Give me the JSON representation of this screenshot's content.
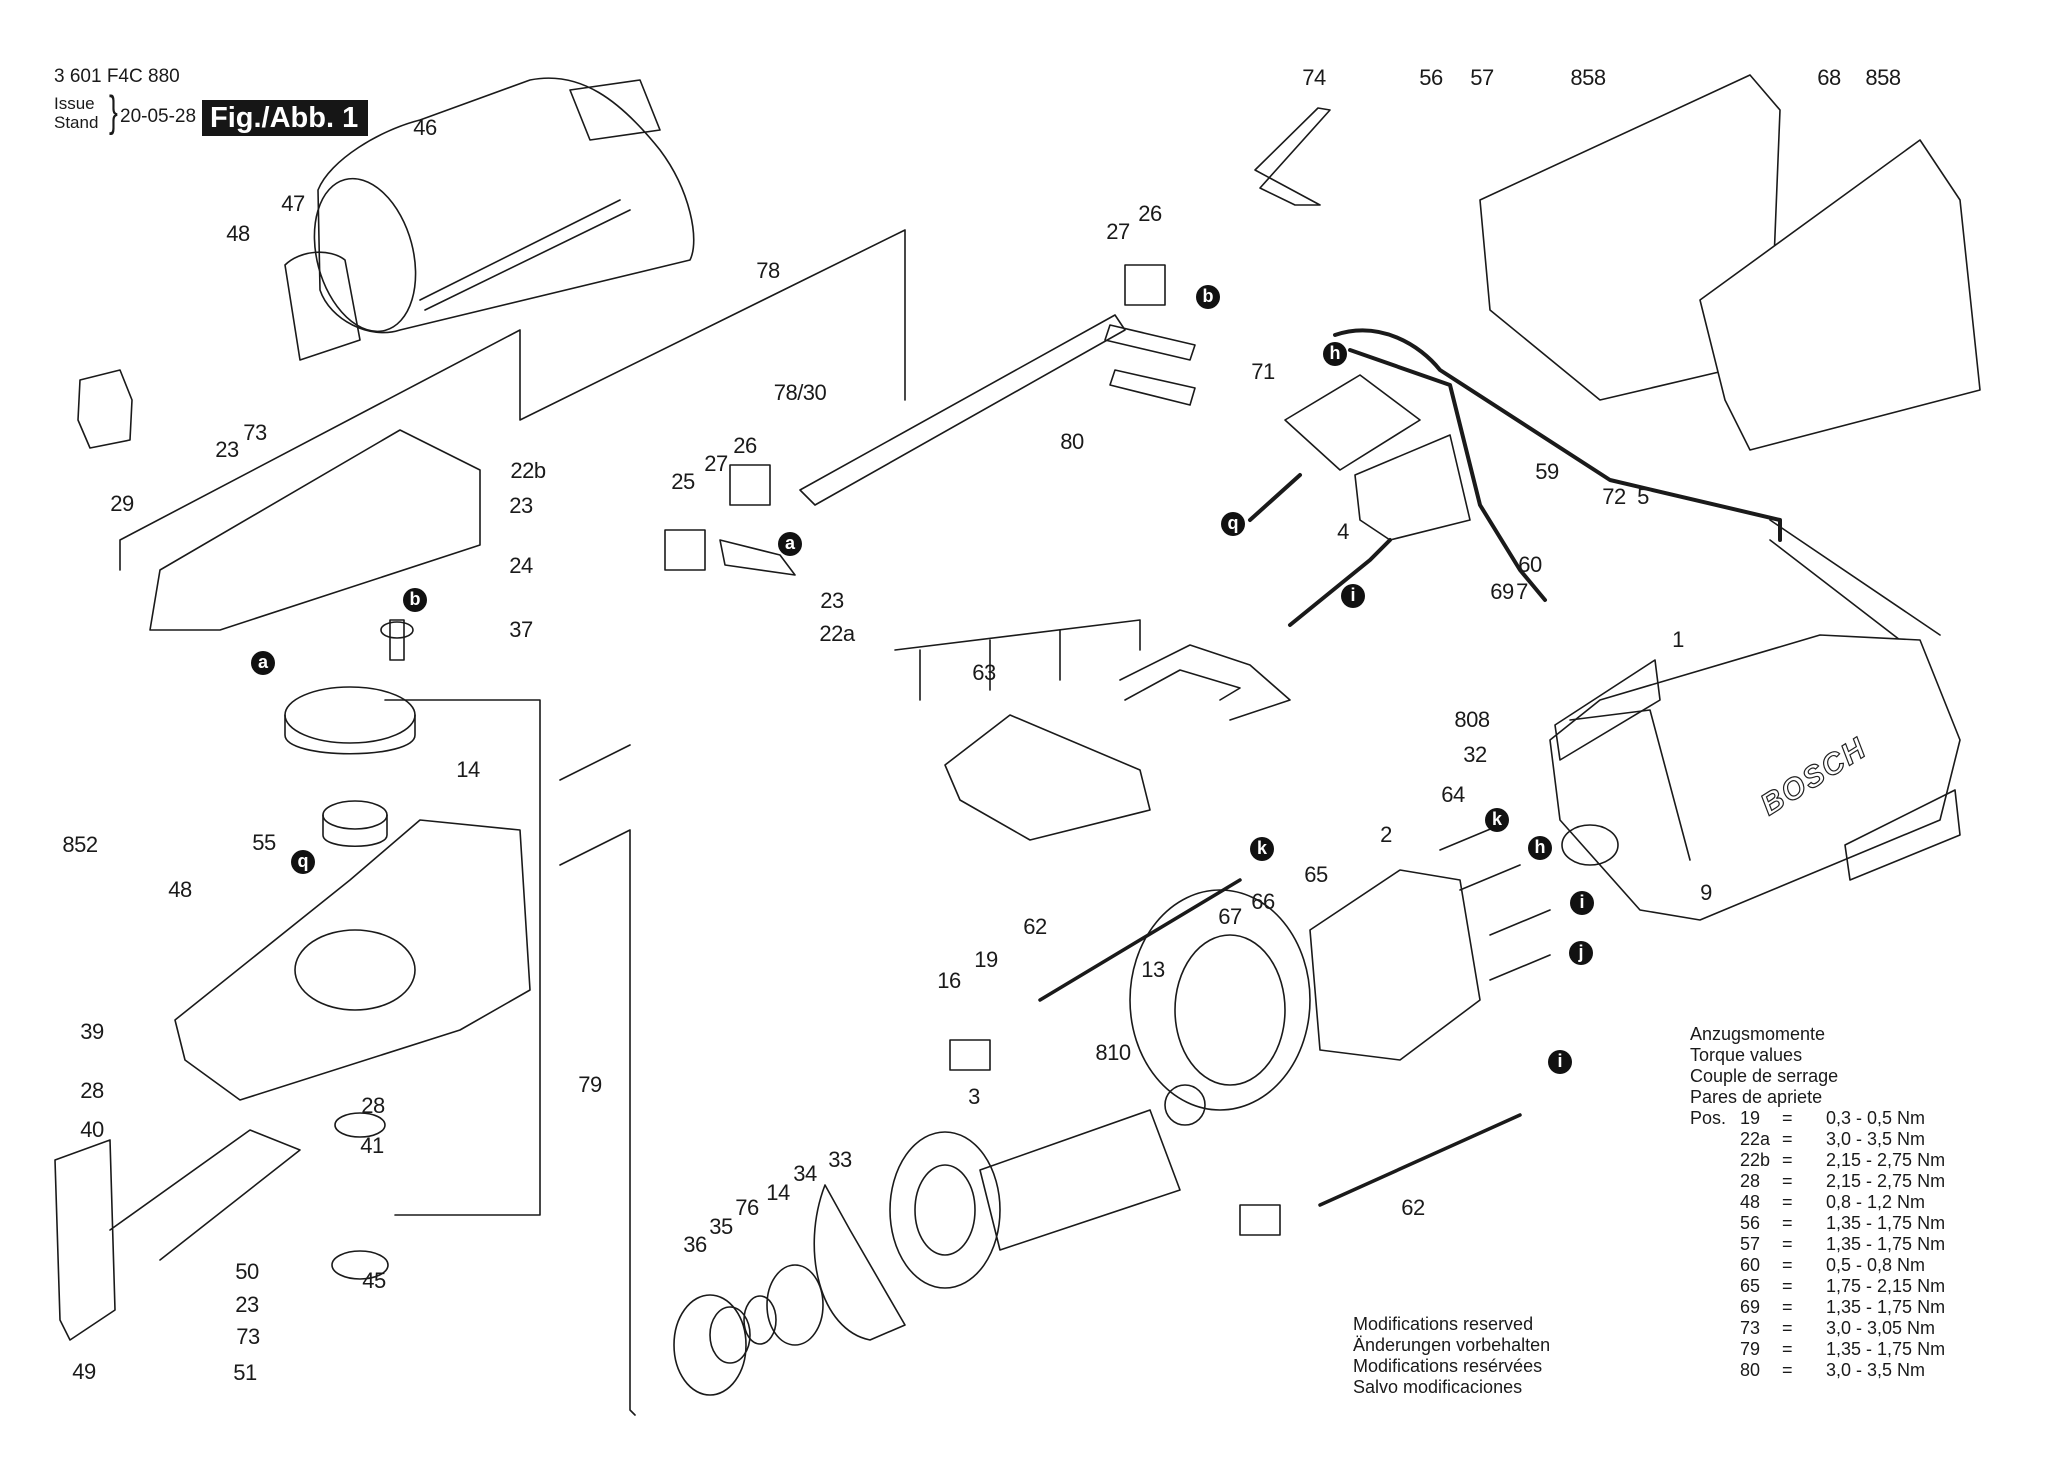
{
  "header": {
    "part_number": "3 601 F4C 880",
    "issue_label": "Issue",
    "stand_label": "Stand",
    "brace": "}",
    "date": "20-05-28",
    "figure": "Fig./Abb. 1"
  },
  "torque_table": {
    "headings": [
      "Anzugsmomente",
      "Torque values",
      "Couple de serrage",
      "Pares de apriete"
    ],
    "pos_label": "Pos.",
    "eq": "=",
    "rows": [
      {
        "pos": "19",
        "value": "0,3 -  0,5 Nm"
      },
      {
        "pos": "22a",
        "value": "3,0 - 3,5 Nm"
      },
      {
        "pos": "22b",
        "value": "2,15 - 2,75 Nm"
      },
      {
        "pos": "28",
        "value": "2,15 - 2,75 Nm"
      },
      {
        "pos": "48",
        "value": "0,8 - 1,2 Nm"
      },
      {
        "pos": "56",
        "value": "1,35 - 1,75 Nm"
      },
      {
        "pos": "57",
        "value": "1,35 - 1,75 Nm"
      },
      {
        "pos": "60",
        "value": "0,5 - 0,8 Nm"
      },
      {
        "pos": "65",
        "value": "1,75 - 2,15 Nm"
      },
      {
        "pos": "69",
        "value": "1,35 - 1,75 Nm"
      },
      {
        "pos": "73",
        "value": "3,0 - 3,05 Nm"
      },
      {
        "pos": "79",
        "value": "1,35 - 1,75 Nm"
      },
      {
        "pos": "80",
        "value": "3,0 - 3,5 Nm"
      }
    ]
  },
  "modifications": [
    "Modifications reserved",
    "Änderungen vorbehalten",
    "Modifications resérvées",
    "Salvo modificaciones"
  ],
  "brand_text": "BOSCH",
  "part_labels": [
    "46",
    "47",
    "48",
    "29",
    "23",
    "73",
    "22b",
    "23",
    "24",
    "37",
    "78",
    "78/30",
    "25",
    "27",
    "26",
    "23",
    "22a",
    "26",
    "27",
    "80",
    "74",
    "56",
    "57",
    "858",
    "68",
    "858",
    "71",
    "59",
    "4",
    "60",
    "69",
    "7",
    "72",
    "5",
    "1",
    "808",
    "32",
    "9",
    "63",
    "64",
    "2",
    "65",
    "66",
    "67",
    "62",
    "19",
    "16",
    "13",
    "810",
    "3",
    "33",
    "34",
    "14",
    "76",
    "35",
    "36",
    "62",
    "14",
    "852",
    "55",
    "48",
    "39",
    "28",
    "28",
    "40",
    "41",
    "79",
    "50",
    "23",
    "73",
    "51",
    "45",
    "49"
  ],
  "connection_markers": [
    "a",
    "b",
    "a",
    "b",
    "h",
    "q",
    "i",
    "q",
    "k",
    "h",
    "i",
    "j",
    "k",
    "i"
  ]
}
